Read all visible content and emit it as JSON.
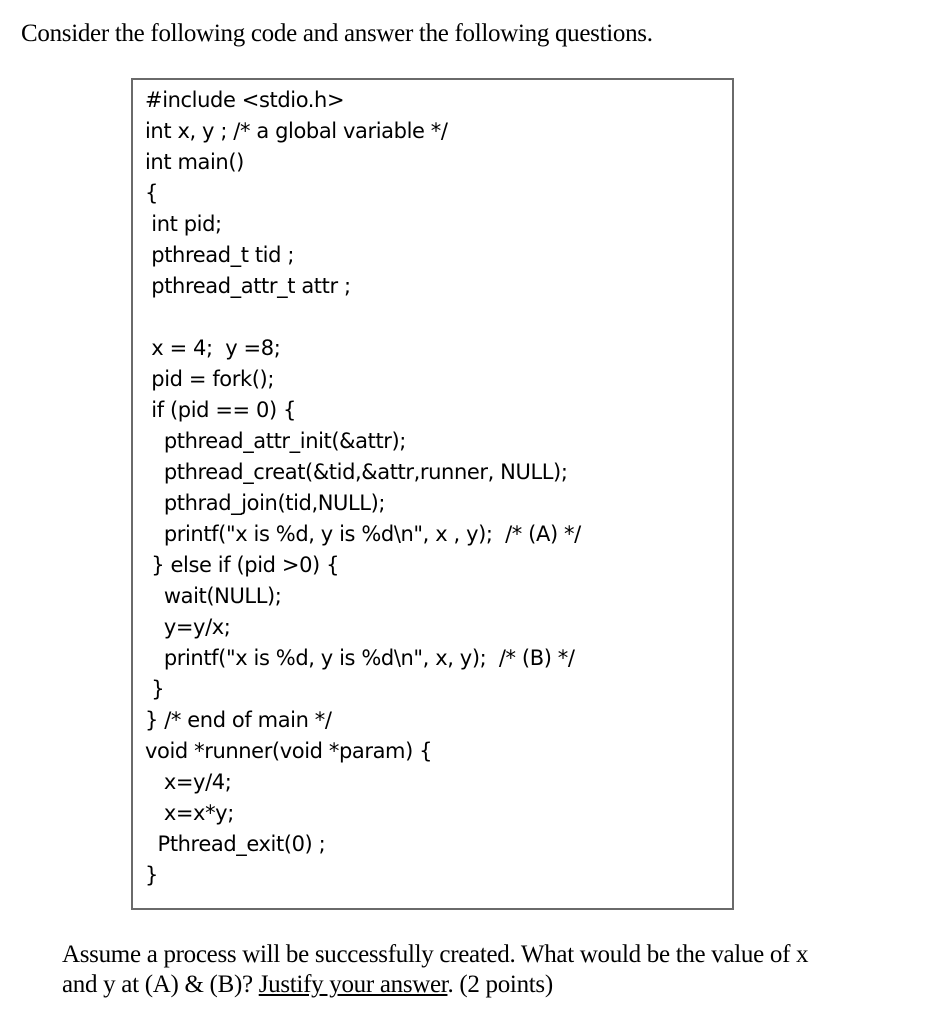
{
  "document": {
    "intro": "Consider the following code and answer the following questions.",
    "code_lines": [
      "#include <stdio.h>",
      "int x, y ; /* a global variable */",
      "int main()",
      "{",
      " int pid;",
      " pthread_t tid ;",
      " pthread_attr_t attr ;",
      "",
      " x = 4;  y =8;",
      " pid = fork();",
      " if (pid == 0) {",
      "   pthread_attr_init(&attr);",
      "   pthread_creat(&tid,&attr,runner, NULL);",
      "   pthrad_join(tid,NULL);",
      "   printf(\"x is %d, y is %d\\n\", x , y);  /* (A) */",
      " } else if (pid >0) {",
      "   wait(NULL);",
      "   y=y/x;",
      "   printf(\"x is %d, y is %d\\n\", x, y);  /* (B) */",
      " }",
      "} /* end of main */",
      "void *runner(void *param) {",
      "   x=y/4;",
      "   x=x*y;",
      "  Pthread_exit(0) ;",
      "}"
    ],
    "question": {
      "line1": "Assume a process will be successfully created. What would be the value of x",
      "line2_prefix": "and y at (A) & (B)? ",
      "line2_underlined": "Justify your answer",
      "line2_suffix": ".  (2 points)"
    }
  }
}
